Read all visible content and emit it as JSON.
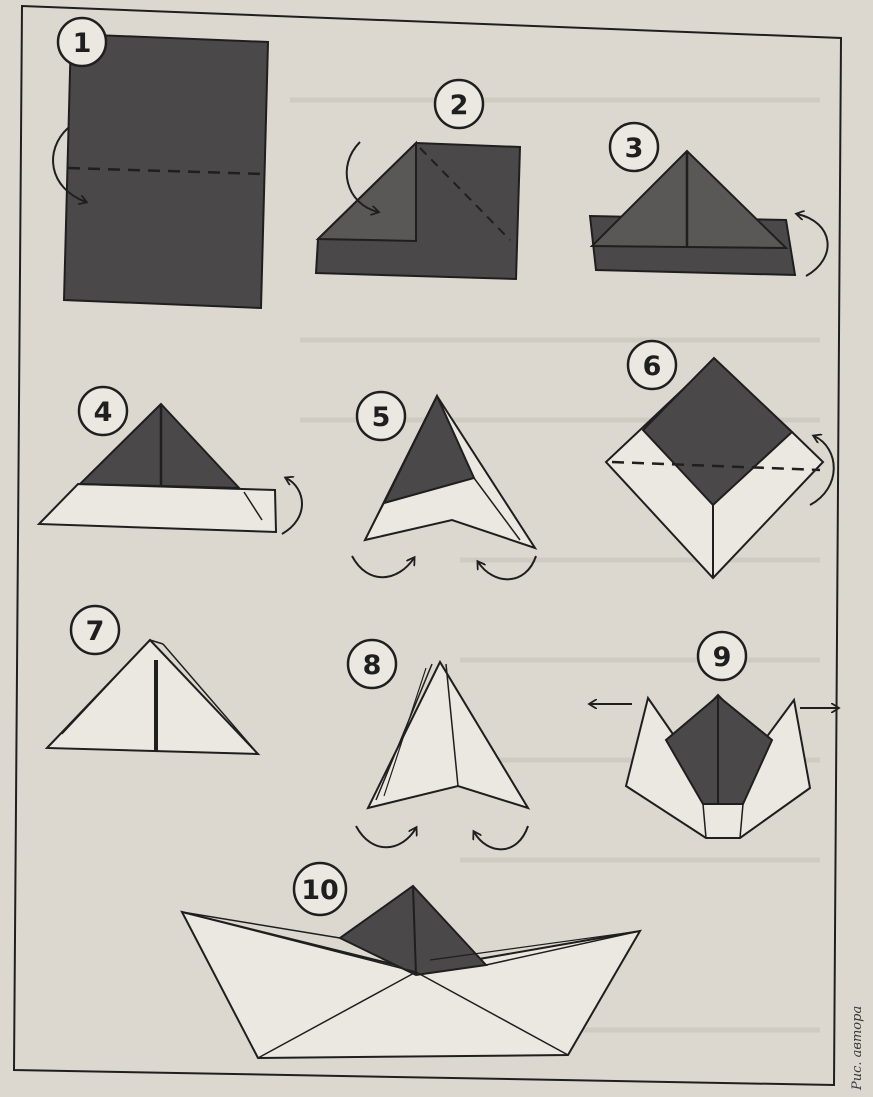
{
  "diagram": {
    "steps": [
      {
        "number": "1"
      },
      {
        "number": "2"
      },
      {
        "number": "3"
      },
      {
        "number": "4"
      },
      {
        "number": "5"
      },
      {
        "number": "6"
      },
      {
        "number": "7"
      },
      {
        "number": "8"
      },
      {
        "number": "9"
      },
      {
        "number": "10"
      }
    ],
    "caption": "Рис. автора",
    "colors": {
      "paper_dark": "#4a4848",
      "paper_light": "#ebe8e2",
      "line": "#1f1f1f",
      "page_background": "#dcd8d0"
    },
    "icons": [
      "fold-arrow-icon",
      "fold-line",
      "pull-apart-arrow-icon",
      "step-number-badge"
    ]
  }
}
